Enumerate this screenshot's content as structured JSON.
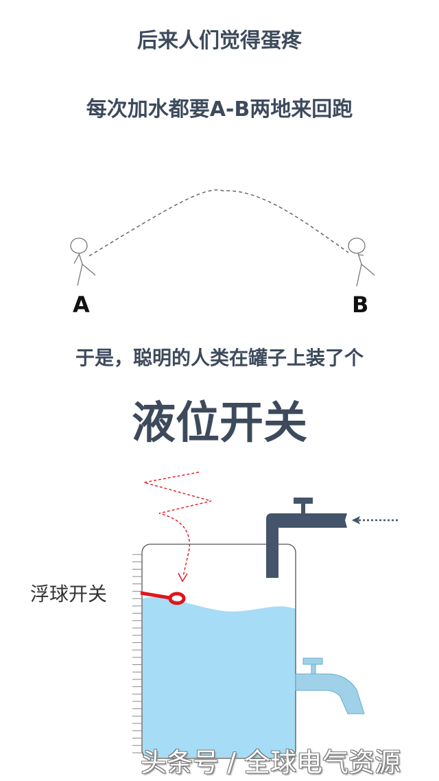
{
  "heading_line1": "后来人们觉得蛋疼",
  "heading_line2": "每次加水都要A-B两地来回跑",
  "point_a": "A",
  "point_b": "B",
  "heading_line3": "于是，聪明的人类在罐子上装了个",
  "main_title": "液位开关",
  "float_switch_label": "浮球开关",
  "watermark": "头条号 / 全球电气资源",
  "colors": {
    "text": "#3d4a5c",
    "water": "#a6dcf5",
    "pipe": "#44546a",
    "float": "#e0141b",
    "tap": "#9fd1e8"
  }
}
